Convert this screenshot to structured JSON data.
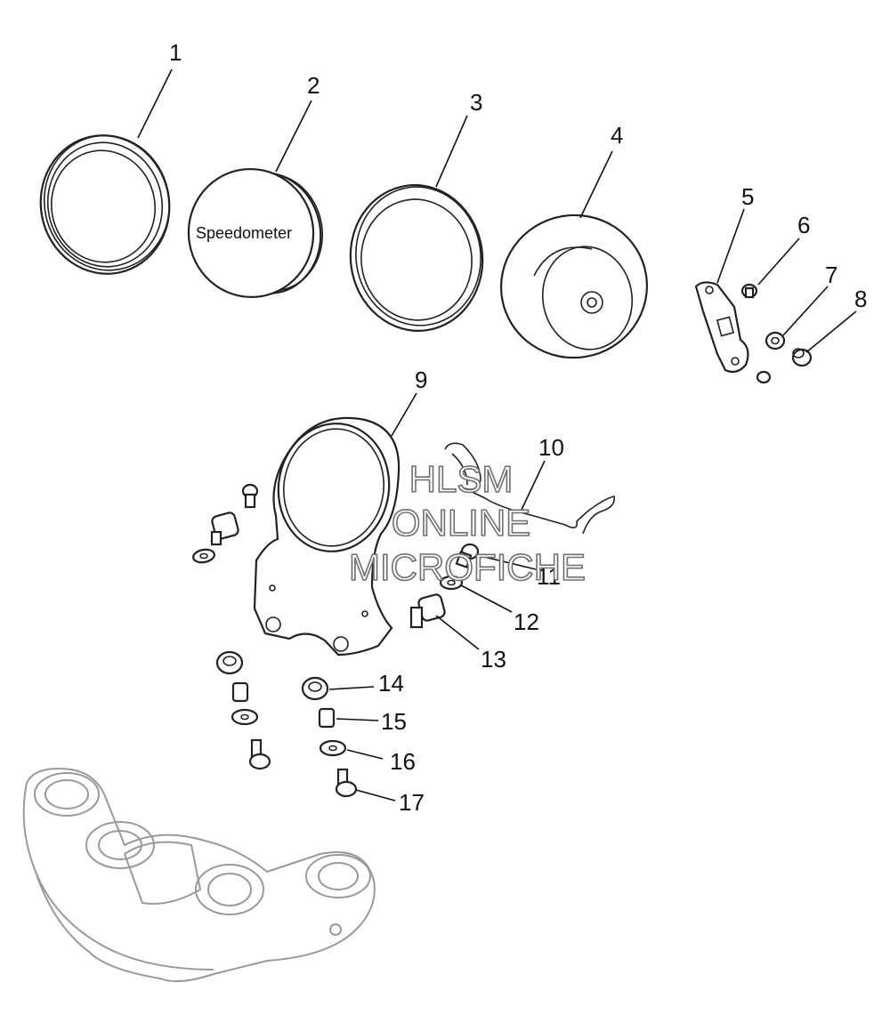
{
  "callouts": {
    "c1": "1",
    "c2": "2",
    "c3": "3",
    "c4": "4",
    "c5": "5",
    "c6": "6",
    "c7": "7",
    "c8": "8",
    "c9": "9",
    "c10": "10",
    "c11": "11",
    "c12": "12",
    "c13": "13",
    "c14": "14",
    "c15": "15",
    "c16": "16",
    "c17": "17"
  },
  "labels": {
    "speedometer": "Speedometer"
  },
  "watermark": {
    "line1": "HLSM",
    "line2": "ONLINE",
    "line3": "MICROFICHE"
  }
}
